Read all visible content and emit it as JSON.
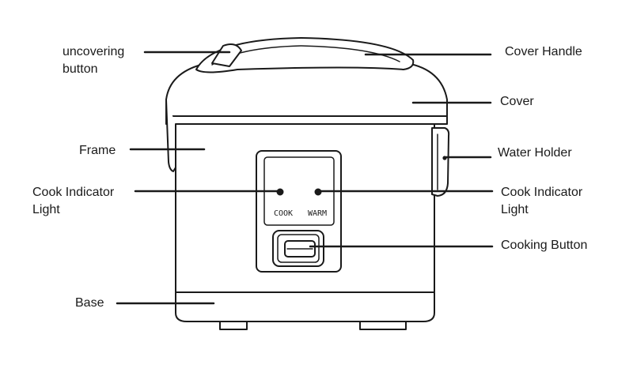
{
  "labels": {
    "uncovering_button": [
      "uncovering",
      "button"
    ],
    "cover_handle": "Cover Handle",
    "cover": "Cover",
    "frame": "Frame",
    "water_holder": "Water Holder",
    "cook_indicator_left": [
      "Cook Indicator",
      "Light"
    ],
    "cook_indicator_right": [
      "Cook Indicator",
      "Light"
    ],
    "cooking_button": "Cooking Button",
    "base": "Base"
  },
  "panel": {
    "cook_text": "COOK",
    "warm_text": "WARM"
  }
}
